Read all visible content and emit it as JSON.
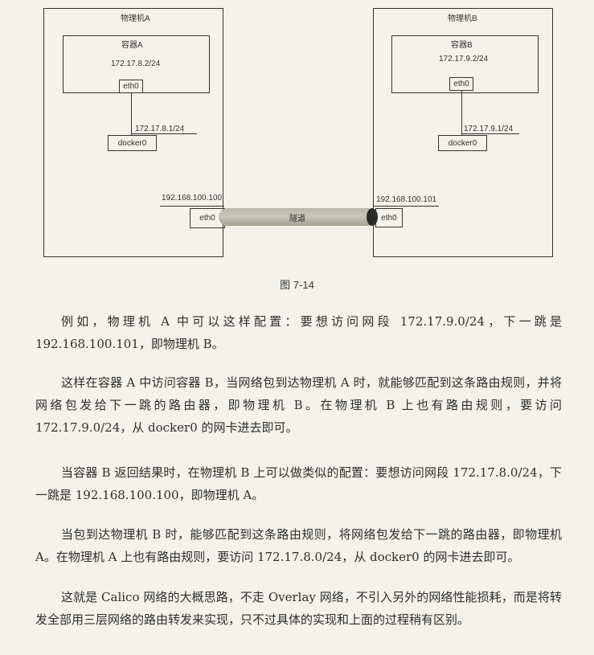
{
  "diagram": {
    "host_a": {
      "title": "物理机A",
      "container_title": "容器A",
      "container_ip": "172.17.8.2/24",
      "eth0_label": "eth0",
      "bridge_ip": "172.17.8.1/24",
      "bridge_label": "docker0",
      "host_ip": "192.168.100.100",
      "host_eth0_label": "eth0"
    },
    "host_b": {
      "title": "物理机B",
      "container_title": "容器B",
      "container_ip": "172.17.9.2/24",
      "eth0_label": "eth0",
      "bridge_ip": "172.17.9.1/24",
      "bridge_label": "docker0",
      "host_ip": "192.168.100.101",
      "host_eth0_label": "eth0"
    },
    "tunnel_label": "隧道"
  },
  "figure_caption": "图 7-14",
  "paragraphs": [
    "例如，物理机 A 中可以这样配置：要想访问网段 172.17.9.0/24，下一跳是 192.168.100.101，即物理机 B。",
    "这样在容器 A 中访问容器 B，当网络包到达物理机 A 时，就能够匹配到这条路由规则，并将网络包发给下一跳的路由器，即物理机 B。在物理机 B 上也有路由规则，要访问 172.17.9.0/24，从 docker0 的网卡进去即可。",
    "当容器 B 返回结果时，在物理机 B 上可以做类似的配置：要想访问网段 172.17.8.0/24，下一跳是 192.168.100.100，即物理机 A。",
    "当包到达物理机 B 时，能够匹配到这条路由规则，将网络包发给下一跳的路由器，即物理机 A。在物理机 A 上也有路由规则，要访问 172.17.8.0/24，从 docker0 的网卡进去即可。",
    "这就是 Calico 网络的大概思路，不走 Overlay 网络，不引入另外的网络性能损耗，而是将转发全部用三层网络的路由转发来实现，只不过具体的实现和上面的过程稍有区别。"
  ]
}
